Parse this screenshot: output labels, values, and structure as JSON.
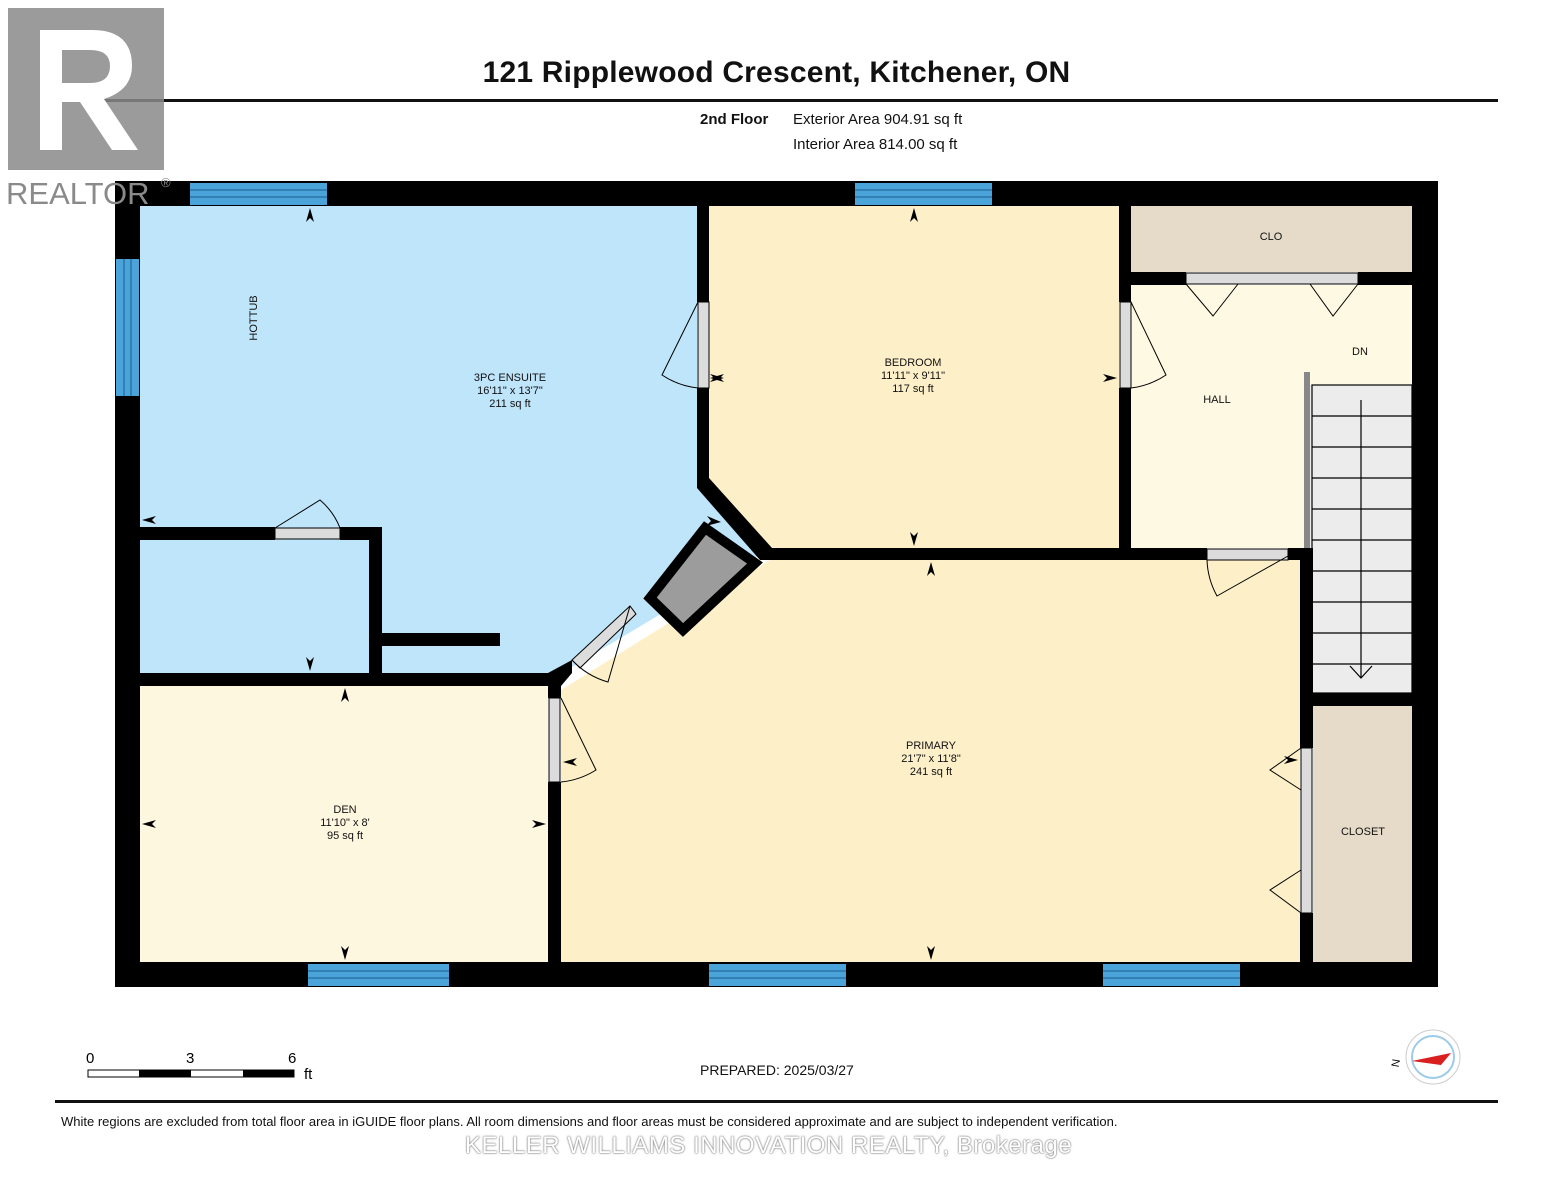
{
  "header": {
    "address": "121 Ripplewood Crescent, Kitchener, ON",
    "floor": "2nd Floor",
    "exterior_area": "Exterior Area 904.91 sq ft",
    "interior_area": "Interior Area 814.00 sq ft"
  },
  "logo": {
    "text": "REALTOR",
    "registered": "®"
  },
  "rooms": {
    "ensuite": {
      "name": "3PC ENSUITE",
      "dims": "16'11\" x 13'7\"",
      "area": "211 sq ft"
    },
    "hottub": {
      "name": "HOTTUB"
    },
    "bedroom": {
      "name": "BEDROOM",
      "dims": "11'11\" x 9'11\"",
      "area": "117 sq ft"
    },
    "clo": {
      "name": "CLO"
    },
    "hall": {
      "name": "HALL"
    },
    "dn": {
      "name": "DN"
    },
    "primary": {
      "name": "PRIMARY",
      "dims": "21'7\" x 11'8\"",
      "area": "241 sq ft"
    },
    "den": {
      "name": "DEN",
      "dims": "11'10\" x 8'",
      "area": "95 sq ft"
    },
    "closet": {
      "name": "CLOSET"
    }
  },
  "scale": {
    "ticks": [
      "0",
      "3",
      "6"
    ],
    "unit": "ft"
  },
  "compass": {
    "label": "N"
  },
  "prepared": "PREPARED: 2025/03/27",
  "disclaimer": "White regions are excluded from total floor area in iGUIDE floor plans. All room dimensions and floor areas must be considered approximate and are subject to independent verification.",
  "brokerage": "KELLER WILLIAMS INNOVATION REALTY, Brokerage",
  "colors": {
    "wall": "#000000",
    "ensuite_fill": "#bfe5fb",
    "bedroom_fill": "#fdf0c9",
    "den_fill": "#fef7e0",
    "hall_fill": "#fef9e3",
    "closet_fill": "#e6dbc9",
    "window": "#4aa3d9",
    "stair_fill": "#e2e2e2",
    "compass_red": "#e32222"
  }
}
